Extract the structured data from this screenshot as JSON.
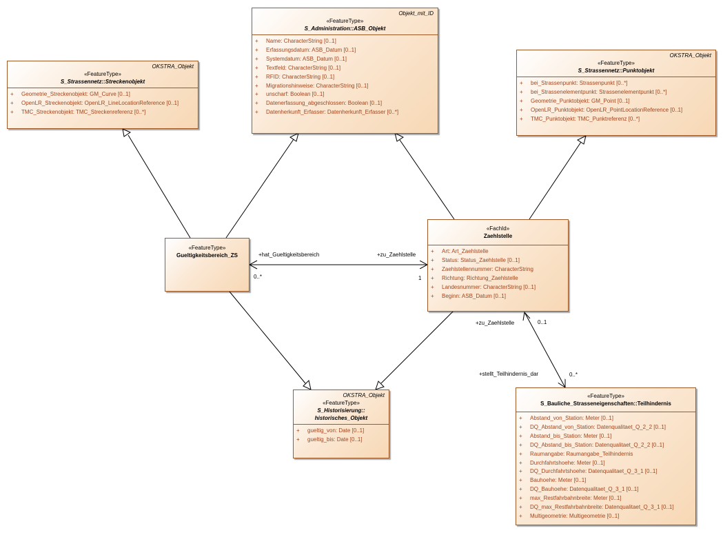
{
  "classes": {
    "asb": {
      "context": "Objekt_mit_ID",
      "stereotype": "«FeatureType»",
      "name": "S_Administration::ASB_Objekt",
      "attributes": [
        {
          "vis": "+",
          "text": "Name: CharacterString [0..1]"
        },
        {
          "vis": "+",
          "text": "Erfassungsdatum: ASB_Datum [0..1]"
        },
        {
          "vis": "+",
          "text": "Systemdatum: ASB_Datum [0..1]"
        },
        {
          "vis": "+",
          "text": "Textfeld: CharacterString [0..1]"
        },
        {
          "vis": "+",
          "text": "RFID: CharacterString [0..1]"
        },
        {
          "vis": "+",
          "text": "Migrationshinweise: CharacterString [0..1]"
        },
        {
          "vis": "+",
          "text": "unscharf: Boolean [0..1]"
        },
        {
          "vis": "+",
          "text": "Datenerfassung_abgeschlossen: Boolean [0..1]"
        },
        {
          "vis": "+",
          "text": "Datenherkunft_Erfasser: Datenherkunft_Erfasser [0..*]"
        }
      ]
    },
    "strecke": {
      "context": "OKSTRA_Objekt",
      "stereotype": "«FeatureType»",
      "name": "S_Strassennetz::Streckenobjekt",
      "attributes": [
        {
          "vis": "+",
          "text": "Geometrie_Streckenobjekt: GM_Curve [0..1]"
        },
        {
          "vis": "+",
          "text": "OpenLR_Streckenobjekt: OpenLR_LineLocationReference [0..1]"
        },
        {
          "vis": "+",
          "text": "TMC_Streckenobjekt: TMC_Streckenreferenz [0..*]"
        }
      ]
    },
    "punkt": {
      "context": "OKSTRA_Objekt",
      "stereotype": "«FeatureType»",
      "name": "S_Strassennetz::Punktobjekt",
      "attributes": [
        {
          "vis": "+",
          "text": "bei_Strassenpunkt: Strassenpunkt [0..*]"
        },
        {
          "vis": "+",
          "text": "bei_Strassenelementpunkt: Strassenelementpunkt [0..*]"
        },
        {
          "vis": "+",
          "text": "Geometrie_Punktobjekt: GM_Point [0..1]"
        },
        {
          "vis": "+",
          "text": "OpenLR_Punktobjekt: OpenLR_PointLocationReference [0..1]"
        },
        {
          "vis": "+",
          "text": "TMC_Punktobjekt: TMC_Punktreferenz [0..*]"
        }
      ]
    },
    "gueltig": {
      "stereotype": "«FeatureType»",
      "name": "Gueltigkeitsbereich_ZS"
    },
    "zaehl": {
      "stereotype": "«FachId»",
      "name": "Zaehlstelle",
      "attributes": [
        {
          "vis": "+",
          "text": "Art: Art_Zaehlstelle"
        },
        {
          "vis": "+",
          "text": "Status: Status_Zaehlstelle [0..1]"
        },
        {
          "vis": "+",
          "text": "Zaehlstellennummer: CharacterString"
        },
        {
          "vis": "+",
          "text": "Richtung: Richtung_Zaehlstelle"
        },
        {
          "vis": "+",
          "text": "Landesnummer: CharacterString [0..1]"
        },
        {
          "vis": "+",
          "text": "Beginn: ASB_Datum [0..1]"
        }
      ]
    },
    "hist": {
      "context": "OKSTRA_Objekt",
      "stereotype": "«FeatureType»",
      "name_line1": "S_Historisierung::",
      "name_line2": "historisches_Objekt",
      "attributes": [
        {
          "vis": "+",
          "text": "gueltig_von: Date [0..1]"
        },
        {
          "vis": "+",
          "text": "gueltig_bis: Date [0..1]"
        }
      ]
    },
    "teil": {
      "stereotype": "«FeatureType»",
      "name": "S_Bauliche_Strasseneigenschaften::Teilhindernis",
      "attributes": [
        {
          "vis": "+",
          "text": "Abstand_von_Station: Meter [0..1]"
        },
        {
          "vis": "+",
          "text": "DQ_Abstand_von_Station: Datenqualitaet_Q_2_2 [0..1]"
        },
        {
          "vis": "+",
          "text": "Abstand_bis_Station: Meter [0..1]"
        },
        {
          "vis": "+",
          "text": "DQ_Abstand_bis_Station: Datenqualitaet_Q_2_2 [0..1]"
        },
        {
          "vis": "+",
          "text": "Raumangabe: Raumangabe_Teilhindernis"
        },
        {
          "vis": "+",
          "text": "Durchfahrtshoehe: Meter [0..1]"
        },
        {
          "vis": "+",
          "text": "DQ_Durchfahrtshoehe: Datenqualitaet_Q_3_1 [0..1]"
        },
        {
          "vis": "+",
          "text": "Bauhoehe: Meter [0..1]"
        },
        {
          "vis": "+",
          "text": "DQ_Bauhoehe: Datenqualitaet_Q_3_1 [0..1]"
        },
        {
          "vis": "+",
          "text": "max_Restfahrbahnbreite: Meter [0..1]"
        },
        {
          "vis": "+",
          "text": "DQ_max_Restfahrbahnbreite: Datenqualitaet_Q_3_1 [0..1]"
        },
        {
          "vis": "+",
          "text": "Multigeometrie: Multigeometrie [0..1]"
        }
      ]
    }
  },
  "associations": {
    "gz_role_source": "+hat_Gueltigkeitsbereich",
    "gz_role_target": "+zu_Zaehlstelle",
    "gz_mult_source": "0..*",
    "gz_mult_target": "1",
    "zt_role_source": "+zu_Zaehlstelle",
    "zt_mult_source": "0..1",
    "zt_role_target": "+stellt_Teilhindernis_dar",
    "zt_mult_target": "0..*"
  },
  "colors": {
    "line": "#000000",
    "border": "#a05a28",
    "fill": "#f7d8b5",
    "attribute": "#a0461e"
  }
}
